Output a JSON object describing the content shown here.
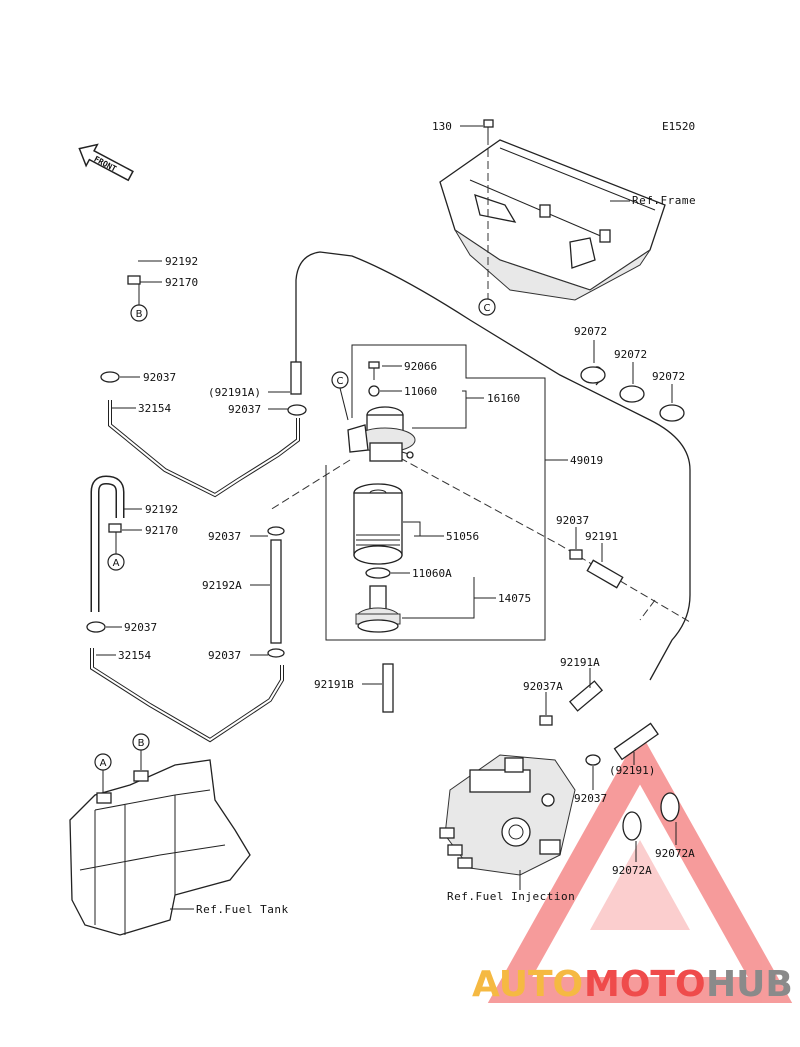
{
  "diagram_code": "E1520",
  "front_label": "FRONT",
  "refs": {
    "frame": "Ref.Frame",
    "fuel_tank": "Ref.Fuel Tank",
    "fuel_injection": "Ref.Fuel Injection"
  },
  "callouts": {
    "a_top": "A",
    "a_tank": "A",
    "b_top": "B",
    "b_tank": "B",
    "c_frame": "C",
    "c_filter": "C"
  },
  "parts": {
    "p130": "130",
    "p92192_upper": "92192",
    "p92170_upper": "92170",
    "p92037_upper": "92037",
    "p32154_upper": "32154",
    "p92191A_paren": "(92191A)",
    "p92037_midleft": "92037",
    "p92066": "92066",
    "p11060": "11060",
    "p16160": "16160",
    "p92072_a": "92072",
    "p92072_b": "92072",
    "p92072_c": "92072",
    "p49019": "49019",
    "p92192_lower": "92192",
    "p92170_lower": "92170",
    "p92037_lower": "92037",
    "p32154_lower": "32154",
    "p92037_hose_top": "92037",
    "p92192A": "92192A",
    "p92037_hose_bottom": "92037",
    "p51056": "51056",
    "p11060A": "11060A",
    "p14075": "14075",
    "p92037_right": "92037",
    "p92191": "92191",
    "p92191B": "92191B",
    "p92191A": "92191A",
    "p92037A": "92037A",
    "p92191_paren": "(92191)",
    "p92037_pump": "92037",
    "p92072A_a": "92072A",
    "p92072A_b": "92072A"
  },
  "watermark": {
    "auto": "AUTO",
    "moto": "MOTO",
    "hub": "HUB",
    "colors": {
      "auto": "#f5b942",
      "moto": "#ef4b4b",
      "hub": "#8a8a8a",
      "triangle": "#ef4b4b"
    }
  }
}
